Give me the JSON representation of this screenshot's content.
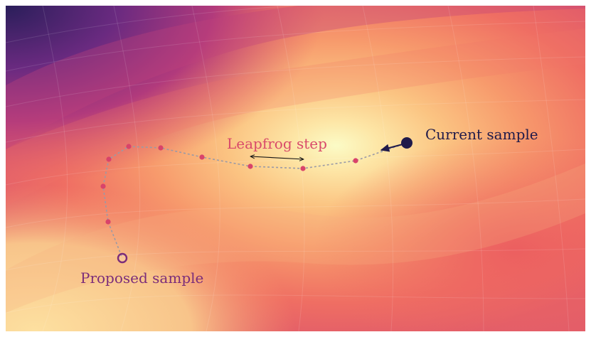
{
  "labels": {
    "current_sample": "Current sample",
    "leapfrog_step": "Leapfrog step",
    "proposed_sample": "Proposed sample"
  },
  "colors": {
    "current_sample": "#1f1a4a",
    "leapfrog_step": "#d94a6a",
    "proposed_sample": "#7b2d7a",
    "trajectory_line": "#9a9aa6",
    "trajectory_point": "#d9436a"
  },
  "trajectory": {
    "point_count": 9
  }
}
